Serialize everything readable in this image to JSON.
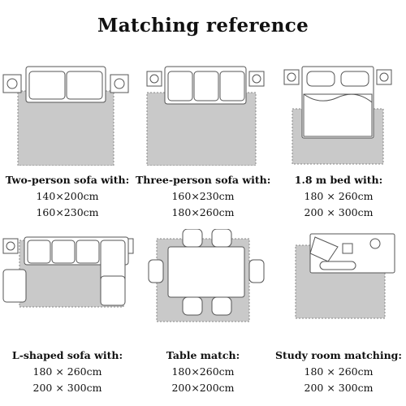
{
  "title": "Matching reference",
  "items": [
    {
      "heading": "Two-person sofa with:",
      "sizes": [
        "140×200cm",
        "160×230cm"
      ]
    },
    {
      "heading": "Three-person sofa with:",
      "sizes": [
        "160×230cm",
        "180×260cm"
      ]
    },
    {
      "heading": "1.8 m bed with:",
      "sizes": [
        "180 × 260cm",
        "200 × 300cm"
      ]
    },
    {
      "heading": "L-shaped sofa with:",
      "sizes": [
        "180 × 260cm",
        "200 × 300cm"
      ]
    },
    {
      "heading": "Table match:",
      "sizes": [
        "180×260cm",
        "200×200cm"
      ]
    },
    {
      "heading": "Study room matching:",
      "sizes": [
        "180 × 260cm",
        "200 × 300cm"
      ]
    }
  ]
}
